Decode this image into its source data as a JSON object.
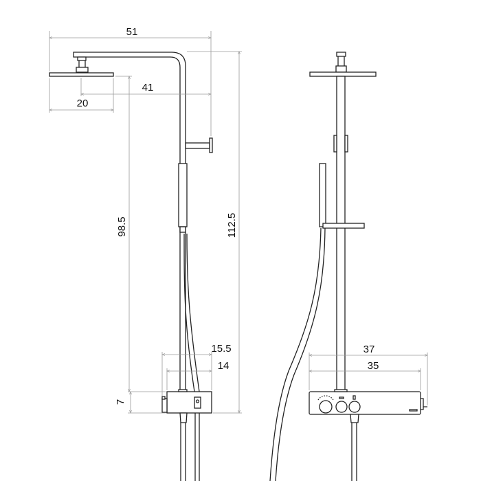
{
  "side_view": {
    "dimensions": {
      "overall_width": "51",
      "arm_projection": "41",
      "head_half_width": "20",
      "head_to_valve_height": "98.5",
      "overall_height": "112.5",
      "valve_depth_outer": "15.5",
      "valve_depth_inner": "14",
      "valve_height": "7"
    }
  },
  "front_view": {
    "dimensions": {
      "valve_width_outer": "37",
      "valve_width_inner": "35"
    }
  },
  "colors": {
    "line": "#222222",
    "dimension_line": "#9a9a9a"
  }
}
